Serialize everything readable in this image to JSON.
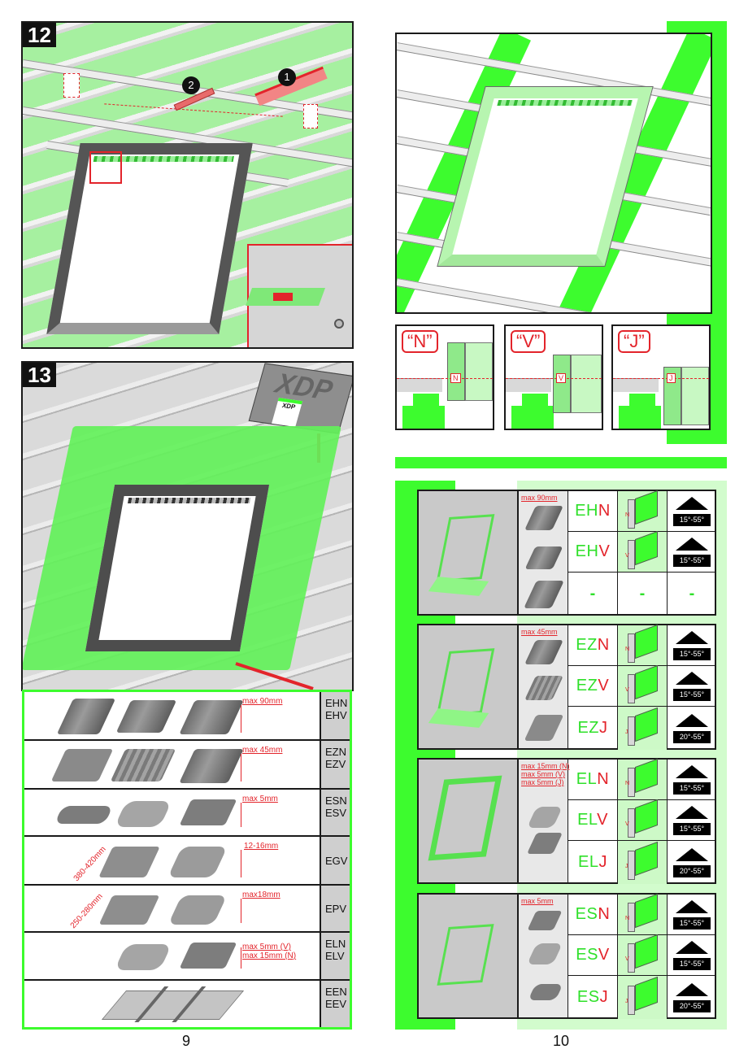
{
  "page_left": {
    "page_number": "9",
    "step12": {
      "step_number": "12",
      "callouts": [
        "1",
        "2"
      ],
      "tools": [
        "saw-icon",
        "utility-knife-icon"
      ],
      "inset": "clip-detail"
    },
    "step13": {
      "step_number": "13",
      "box_label": "XDP",
      "box_sticker": "XDP"
    },
    "materials_table": {
      "rows": [
        {
          "dimension": "max 90mm",
          "codes": [
            "EHN",
            "EHV"
          ],
          "materials": [
            "roman-tile",
            "profiled-sheet",
            "high-profile-tile"
          ]
        },
        {
          "dimension": "max 45mm",
          "codes": [
            "EZN",
            "EZV"
          ],
          "materials": [
            "flat-interlocking-tile",
            "corrugated-sheet",
            "low-profile-tile"
          ]
        },
        {
          "dimension": "max 5mm",
          "codes": [
            "ESN",
            "ESV"
          ],
          "materials": [
            "roll-roofing",
            "scalloped-shingles",
            "flat-shingles"
          ]
        },
        {
          "dimension": "12-16mm",
          "side_dimension": "380-420mm",
          "codes": [
            "EGV"
          ],
          "materials": [
            "plain-shingles",
            "scalloped-shingles"
          ]
        },
        {
          "dimension": "max18mm",
          "side_dimension": "250-280mm",
          "codes": [
            "EPV"
          ],
          "materials": [
            "plain-shingles",
            "scalloped-shingles"
          ]
        },
        {
          "dimension": "max 5mm (V)",
          "dimension2": "max 15mm (N)",
          "codes": [
            "ELN",
            "ELV"
          ],
          "materials": [
            "scalloped-shingles",
            "flat-shingles"
          ]
        },
        {
          "dimension": "",
          "codes": [
            "EEN",
            "EEV"
          ],
          "materials": [
            "standing-seam-sheet"
          ]
        }
      ]
    }
  },
  "page_right": {
    "page_number": "10",
    "install_details": [
      {
        "tag": "“N”",
        "marker": "N"
      },
      {
        "tag": "“V”",
        "marker": "V"
      },
      {
        "tag": "“J”",
        "marker": "J"
      }
    ],
    "flashing_groups": [
      {
        "dimension": [
          "max 90mm"
        ],
        "rows": [
          {
            "prefix": "EH",
            "suffix": "N",
            "section_marker": "N",
            "angle": "15°-55°"
          },
          {
            "prefix": "EH",
            "suffix": "V",
            "section_marker": "V",
            "angle": "15°-55°"
          },
          {
            "prefix": "-",
            "suffix": "",
            "section_marker": "-",
            "angle": "-"
          }
        ]
      },
      {
        "dimension": [
          "max 45mm"
        ],
        "rows": [
          {
            "prefix": "EZ",
            "suffix": "N",
            "section_marker": "N",
            "angle": "15°-55°"
          },
          {
            "prefix": "EZ",
            "suffix": "V",
            "section_marker": "V",
            "angle": "15°-55°"
          },
          {
            "prefix": "EZ",
            "suffix": "J",
            "section_marker": "J",
            "angle": "20°-55°"
          }
        ]
      },
      {
        "dimension": [
          "max 15mm (N)",
          "max 5mm   (V)",
          "max 5mm   (J)"
        ],
        "rows": [
          {
            "prefix": "EL",
            "suffix": "N",
            "section_marker": "N",
            "angle": "15°-55°"
          },
          {
            "prefix": "EL",
            "suffix": "V",
            "section_marker": "V",
            "angle": "15°-55°"
          },
          {
            "prefix": "EL",
            "suffix": "J",
            "section_marker": "J",
            "angle": "20°-55°"
          }
        ]
      },
      {
        "dimension": [
          "max 5mm"
        ],
        "rows": [
          {
            "prefix": "ES",
            "suffix": "N",
            "section_marker": "N",
            "angle": "15°-55°"
          },
          {
            "prefix": "ES",
            "suffix": "V",
            "section_marker": "V",
            "angle": "15°-55°"
          },
          {
            "prefix": "ES",
            "suffix": "J",
            "section_marker": "J",
            "angle": "20°-55°"
          }
        ]
      }
    ]
  },
  "colors": {
    "accent_green": "#3dfc2e",
    "light_green": "#d2fccd",
    "red": "#e3242b",
    "frame_dark": "#555555"
  }
}
